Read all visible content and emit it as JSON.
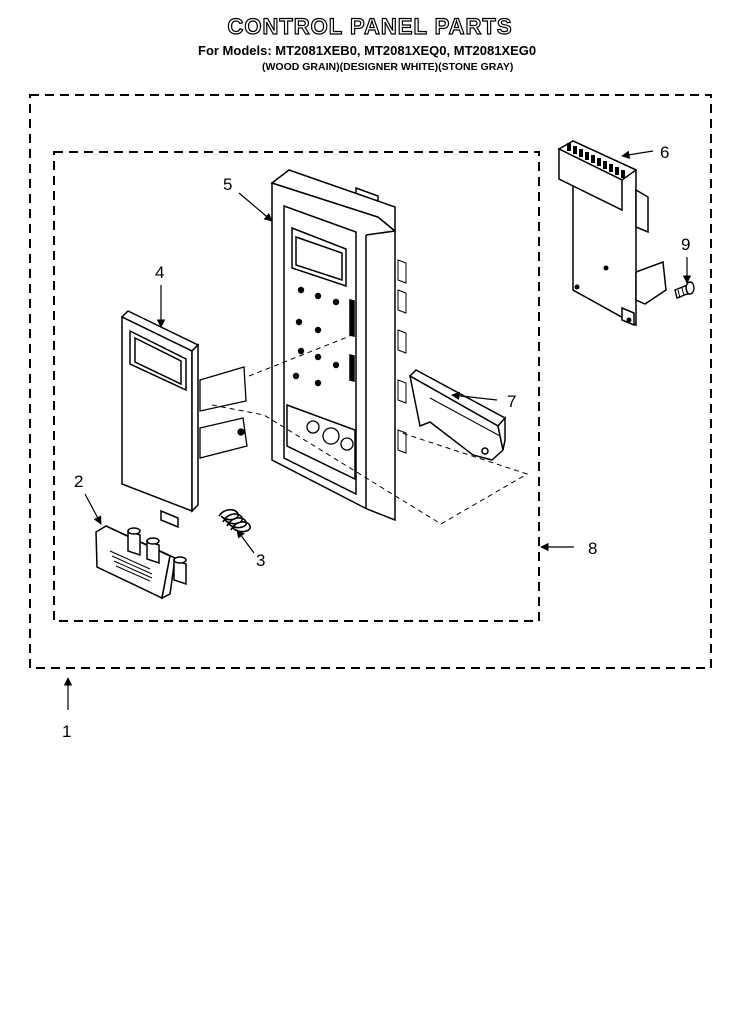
{
  "header": {
    "title": "CONTROL PANEL PARTS",
    "models": "For Models: MT2081XEB0, MT2081XEQ0, MT2081XEG0",
    "finishes": "(WOOD GRAIN)(DESIGNER WHITE)(STONE GRAY)"
  },
  "callouts": [
    {
      "id": "c1",
      "label": "1"
    },
    {
      "id": "c2",
      "label": "2"
    },
    {
      "id": "c3",
      "label": "3"
    },
    {
      "id": "c4",
      "label": "4"
    },
    {
      "id": "c5",
      "label": "5"
    },
    {
      "id": "c6",
      "label": "6"
    },
    {
      "id": "c7",
      "label": "7"
    },
    {
      "id": "c8",
      "label": "8"
    },
    {
      "id": "c9",
      "label": "9"
    }
  ]
}
